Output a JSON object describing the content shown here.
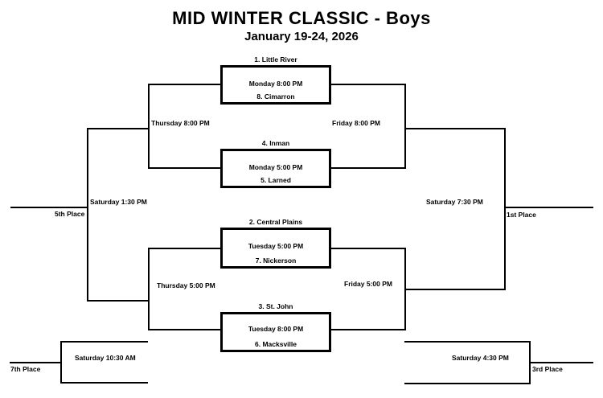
{
  "header": {
    "title": "MID WINTER CLASSIC - Boys",
    "subtitle": "January 19-24, 2026"
  },
  "bracket": {
    "round1": [
      {
        "team_top": "1. Little River",
        "time": "Monday 8:00 PM",
        "team_bottom": "8. Cimarron"
      },
      {
        "team_top": "4. Inman",
        "time": "Monday 5:00 PM",
        "team_bottom": "5. Larned"
      },
      {
        "team_top": "2. Central Plains",
        "time": "Tuesday 5:00 PM",
        "team_bottom": "7. Nickerson"
      },
      {
        "team_top": "3. St. John",
        "time": "Tuesday 8:00 PM",
        "team_bottom": "6. Macksville"
      }
    ],
    "consolation_semifinals": {
      "top_game_time": "Thursday 8:00 PM",
      "bottom_game_time": "Thursday 5:00 PM"
    },
    "championship_semifinals": {
      "top_game_time": "Friday 8:00 PM",
      "bottom_game_time": "Friday 5:00 PM"
    },
    "placement_games": {
      "first": {
        "time": "Saturday 7:30 PM",
        "label": "1st Place"
      },
      "third": {
        "time": "Saturday 4:30 PM",
        "label": "3rd Place"
      },
      "fifth": {
        "time": "Saturday 1:30 PM",
        "label": "5th Place"
      },
      "seventh": {
        "time": "Saturday 10:30 AM",
        "label": "7th Place"
      }
    }
  },
  "colors": {
    "line": "#000000",
    "text": "#000000",
    "background": "#ffffff"
  }
}
